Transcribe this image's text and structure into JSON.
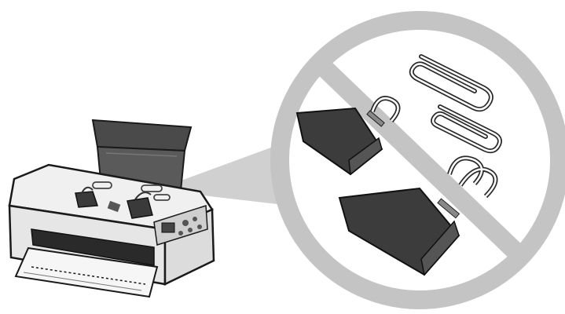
{
  "illustration": {
    "subject": "printer-with-paper-clips-and-binder-clips",
    "prohibition_symbol": "no-sign-icon",
    "colors": {
      "printer_body": "#f2f2f2",
      "printer_outline": "#1a1a1a",
      "paper_support": "#4a4a4a",
      "clip_dark": "#3a3a3a",
      "prohibition_ring": "#c4c4c4",
      "callout_fill": "#d0d0d0",
      "background": "#ffffff"
    },
    "items": [
      {
        "name": "printer",
        "icon": "printer-icon"
      },
      {
        "name": "binder-clip-small",
        "icon": "binder-clip-icon"
      },
      {
        "name": "binder-clip-large",
        "icon": "binder-clip-icon"
      },
      {
        "name": "paper-clip-top",
        "icon": "paper-clip-icon"
      },
      {
        "name": "paper-clip-middle",
        "icon": "paper-clip-icon"
      }
    ]
  }
}
